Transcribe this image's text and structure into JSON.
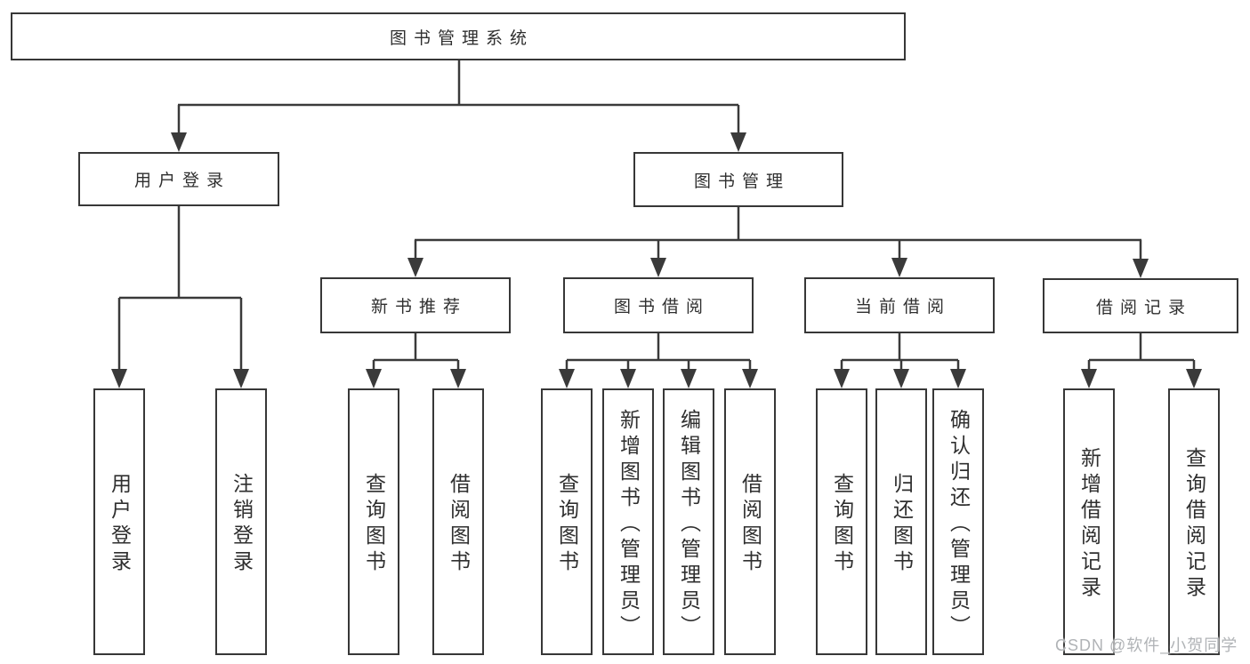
{
  "nodes": {
    "root": "图书管理系统",
    "user_login": "用户登录",
    "book_management": "图书管理",
    "new_book_recommend": "新书推荐",
    "book_borrow": "图书借阅",
    "current_borrow": "当前借阅",
    "borrow_records": "借阅记录",
    "user_login_leaf": "用户登录",
    "logout_leaf": "注销登录",
    "nbr_query_books": "查询图书",
    "nbr_borrow_books": "借阅图书",
    "bb_query_books": "查询图书",
    "bb_add_books": "新增图书（管理员）",
    "bb_edit_books": "编辑图书（管理员）",
    "bb_borrow_books": "借阅图书",
    "cb_query_books": "查询图书",
    "cb_return_books": "归还图书",
    "cb_confirm_return": "确认归还（管理员）",
    "br_add_record": "新增借阅记录",
    "br_query_record": "查询借阅记录"
  },
  "colors": {
    "line": "#3a3a3a",
    "border": "#373737",
    "text": "#2f2f2f",
    "watermark": "#b0b3b6",
    "background": "#ffffff"
  },
  "watermark": "CSDN @软件_小贺同学"
}
